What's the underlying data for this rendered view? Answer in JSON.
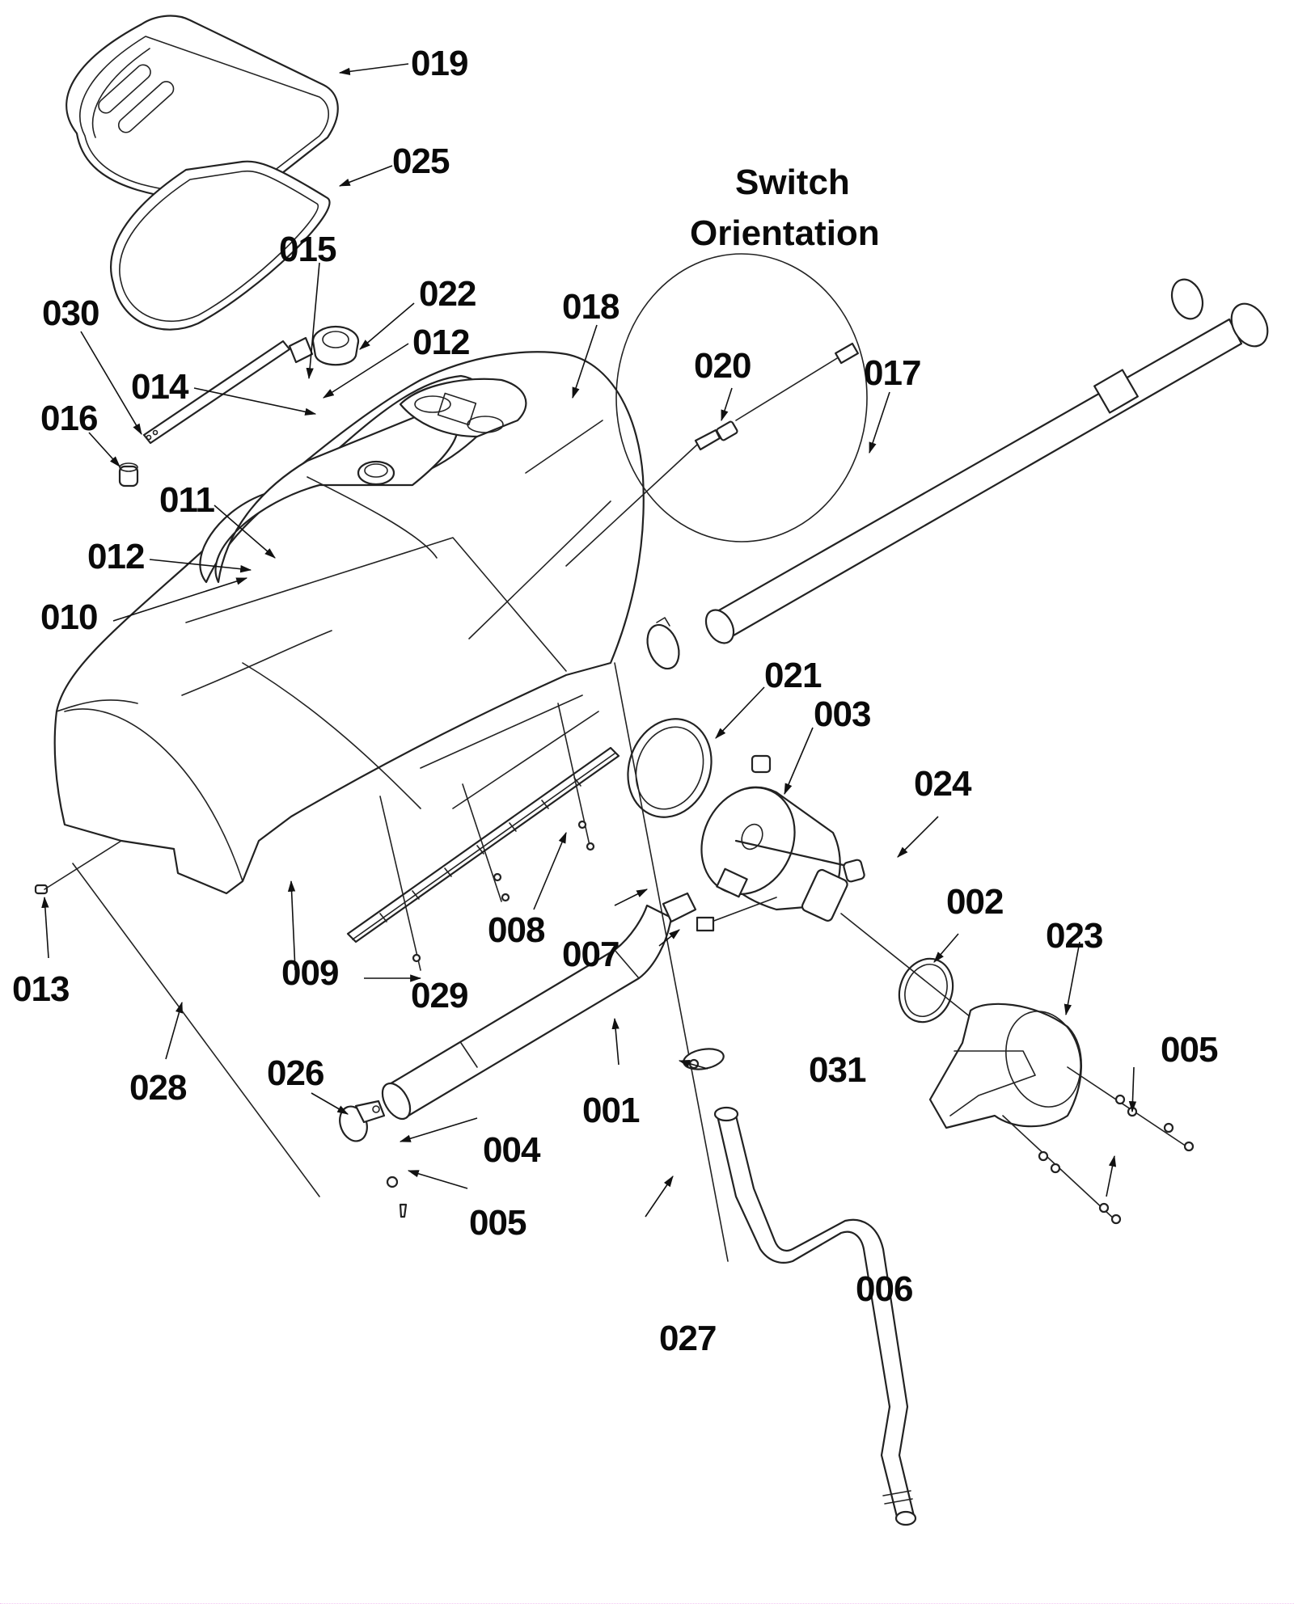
{
  "diagram": {
    "type": "exploded-parts-view",
    "heading": {
      "line1": "Switch",
      "line2": "Orientation"
    },
    "callouts": [
      {
        "id": "c019",
        "label": "019",
        "part": "lid"
      },
      {
        "id": "c025",
        "label": "025",
        "part": "lid-gasket"
      },
      {
        "id": "c015",
        "label": "015",
        "part": "bracket-plate"
      },
      {
        "id": "c030",
        "label": "030",
        "part": "strap"
      },
      {
        "id": "c022",
        "label": "022",
        "part": "float-filter"
      },
      {
        "id": "c012a",
        "label": "012",
        "part": "washer-upper"
      },
      {
        "id": "c018",
        "label": "018",
        "part": "recovery-tank-body"
      },
      {
        "id": "c014",
        "label": "014",
        "part": "screw-upper"
      },
      {
        "id": "c016",
        "label": "016",
        "part": "plug"
      },
      {
        "id": "c011",
        "label": "011",
        "part": "screw-tank"
      },
      {
        "id": "c012b",
        "label": "012",
        "part": "washer-tank"
      },
      {
        "id": "c010",
        "label": "010",
        "part": "nut-tank"
      },
      {
        "id": "c020",
        "label": "020",
        "part": "float-switch"
      },
      {
        "id": "c017",
        "label": "017",
        "part": "drain-hose"
      },
      {
        "id": "c021",
        "label": "021",
        "part": "motor-gasket"
      },
      {
        "id": "c003",
        "label": "003",
        "part": "vacuum-motor"
      },
      {
        "id": "c024",
        "label": "024",
        "part": "motor-cap"
      },
      {
        "id": "c002",
        "label": "002",
        "part": "motor-seal"
      },
      {
        "id": "c023",
        "label": "023",
        "part": "motor-housing"
      },
      {
        "id": "c007",
        "label": "007",
        "part": "motor-bracket"
      },
      {
        "id": "c008",
        "label": "008",
        "part": "screws-hinge"
      },
      {
        "id": "c009",
        "label": "009",
        "part": "screw-hinge-lower"
      },
      {
        "id": "c029",
        "label": "029",
        "part": "hinge"
      },
      {
        "id": "c013",
        "label": "013",
        "part": "pin"
      },
      {
        "id": "c028",
        "label": "028",
        "part": "rod"
      },
      {
        "id": "c026",
        "label": "026",
        "part": "hose-clamp-bracket"
      },
      {
        "id": "c001",
        "label": "001",
        "part": "vacuum-hose"
      },
      {
        "id": "c004",
        "label": "004",
        "part": "nut"
      },
      {
        "id": "c005a",
        "label": "005",
        "part": "screw-lower-left"
      },
      {
        "id": "c031",
        "label": "031",
        "part": "hose-clamp"
      },
      {
        "id": "c005b",
        "label": "005",
        "part": "screw-housing"
      },
      {
        "id": "c006",
        "label": "006",
        "part": "washer-housing"
      },
      {
        "id": "c027",
        "label": "027",
        "part": "exhaust-hose"
      }
    ]
  }
}
